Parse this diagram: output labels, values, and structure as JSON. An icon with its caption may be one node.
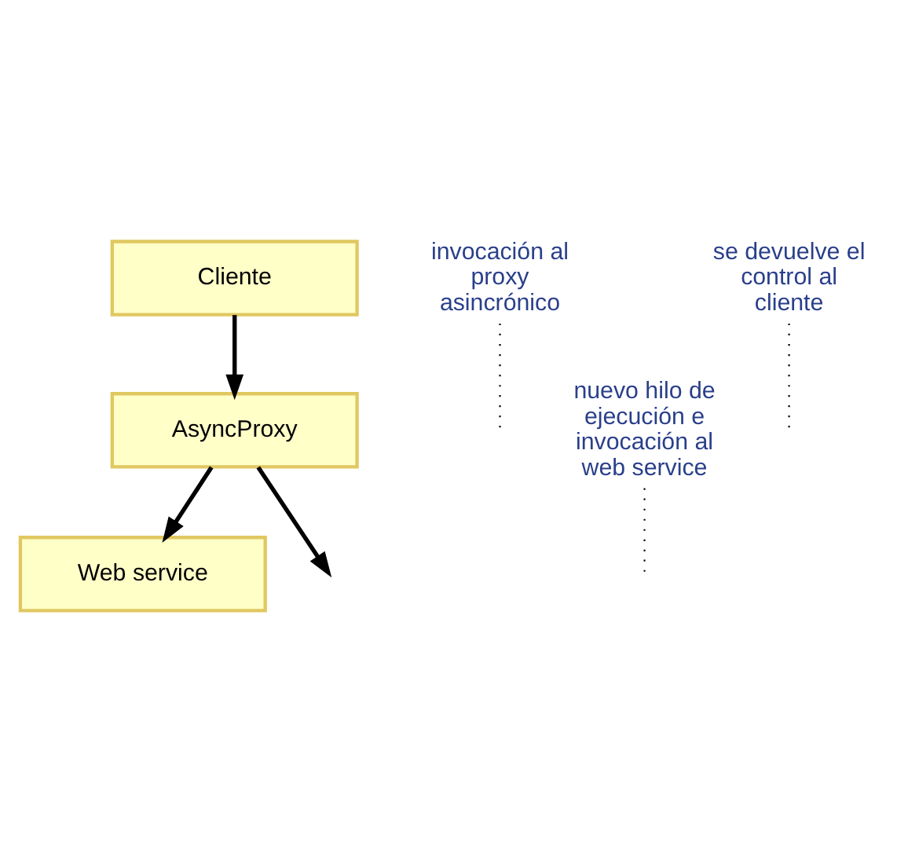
{
  "diagram": {
    "nodes": [
      {
        "text": [
          "Cliente"
        ]
      },
      {
        "text": [
          "AsyncProxy"
        ]
      },
      {
        "text": [
          "Web service"
        ]
      },
      {
        "text": [
          "invocación al proxy asincrónico"
        ]
      },
      {
        "text": [
          "nuevo hilo de ejecución e invocación al web service"
        ]
      },
      {
        "text": [
          "se devuelve el control al cliente"
        ]
      }
    ],
    "edges": [
      {
        "from": 0,
        "to": 1,
        "arrow": "to",
        "style": "thick"
      },
      {
        "from": 1,
        "to": 2,
        "arrow": "to",
        "style": "thick"
      },
      {
        "from": 1,
        "to": null,
        "arrow": "to",
        "style": "thick"
      },
      {
        "from": 3,
        "to": null,
        "arrow": "none",
        "style": "dashed"
      },
      {
        "from": 4,
        "to": null,
        "arrow": "none",
        "style": "dashed"
      },
      {
        "from": 5,
        "to": null,
        "arrow": "none",
        "style": "dashed"
      }
    ]
  }
}
